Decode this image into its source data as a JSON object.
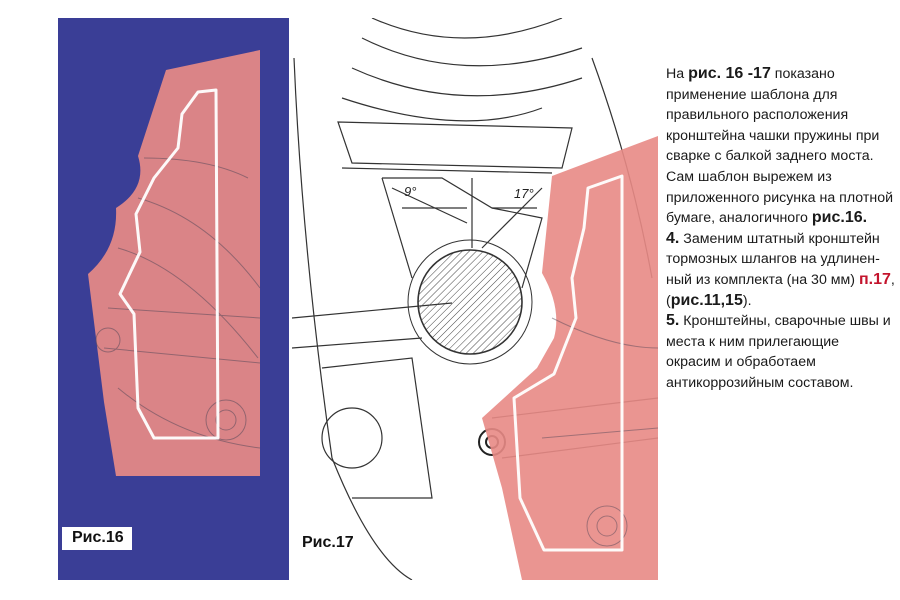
{
  "figures": {
    "fig16_caption": "Рис.16",
    "fig17_caption": "Рис.17",
    "angle_left": "9°",
    "angle_right": "17°"
  },
  "text": {
    "p1_pre": "На ",
    "p1_ref": "рис. 16 -17",
    "p1_body": " по­казано применение шаблона для правиль­ного расположения кронштейна чашки пружины при сварке с балкой заднего моста. Сам шаблон вырежем из приложенного рисунка на плотной бумаге, аналогичного ",
    "p1_ref2": "рис.16.",
    "p2_num": "4.",
    "p2_body": " Заменим штатный кронштейн тормозных шлангов на удлинен­ный из комплекта (на 30 мм) ",
    "p2_ref": "п.17",
    "p2_mid": ", (",
    "p2_ref2": "рис.11,15",
    "p2_end": ").",
    "p3_num": "5.",
    "p3_body": " Кронштейны, сва­рочные швы и места к ним прилегающие окрасим и обработаем антикоррозийным со­ставом."
  },
  "colors": {
    "blue_bg": "#3a3e96",
    "template_pink": "#e88a85",
    "red_accent": "#c4142d"
  }
}
